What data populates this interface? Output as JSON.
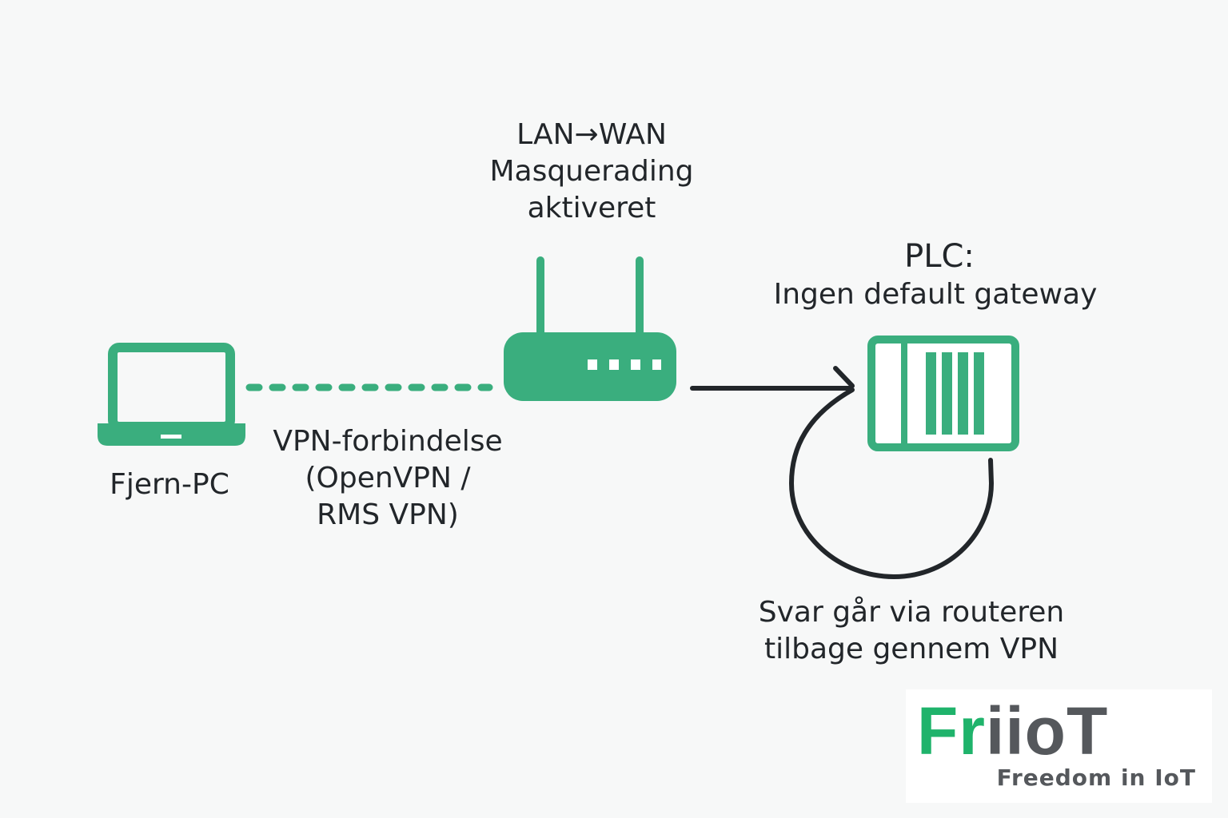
{
  "colors": {
    "accent": "#3aae7e",
    "line": "#22262a",
    "background": "#f7f8f8",
    "logo_green": "#1fb36b",
    "logo_gray": "#55585c"
  },
  "nodes": {
    "pc": {
      "icon": "laptop-icon",
      "label": "Fjern-PC"
    },
    "router": {
      "icon": "router-icon",
      "label_lines": [
        "LAN→WAN",
        "Masquerading",
        "aktiveret"
      ]
    },
    "plc": {
      "icon": "plc-icon",
      "title": "PLC:",
      "subtitle": "Ingen default gateway"
    }
  },
  "connections": {
    "vpn": {
      "style": "dashed",
      "label_lines": [
        "VPN-forbindelse",
        "(OpenVPN /",
        "RMS VPN)"
      ]
    },
    "router_to_plc": {
      "style": "arrow"
    },
    "reply": {
      "style": "loop",
      "label_lines": [
        "Svar går via routeren",
        "tilbage gennem VPN"
      ]
    }
  },
  "logo": {
    "name_green": "Fr",
    "name_gray": "iioT",
    "tagline": "Freedom in IoT"
  }
}
